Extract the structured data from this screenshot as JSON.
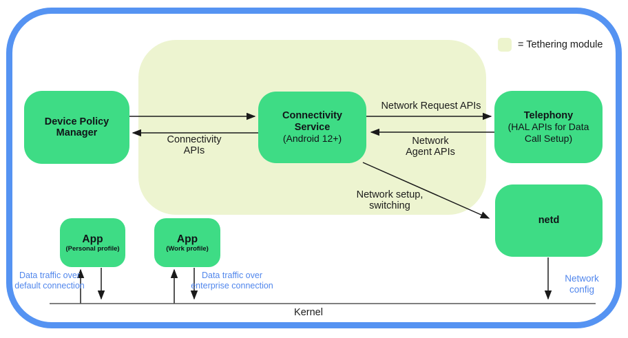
{
  "legend": {
    "label": "= Tethering module",
    "swatch_color": "#edf4cd"
  },
  "colors": {
    "box_green": "#3edc85",
    "module_background": "#edf4d0",
    "border_blue": "#5593f2",
    "annotation_blue": "#5086ec",
    "arrow_black": "#1a1a1a",
    "kernel_line_gray": "#555555"
  },
  "nodes": {
    "device_policy_manager": {
      "title": "Device Policy\nManager"
    },
    "connectivity_service": {
      "title": "Connectivity\nService",
      "subtitle": "(Android 12+)"
    },
    "telephony": {
      "title": "Telephony",
      "subtitle": "(HAL APIs for Data\nCall Setup)"
    },
    "netd": {
      "title": "netd"
    },
    "app_personal": {
      "title": "App",
      "subtitle": "(Personal profile)"
    },
    "app_work": {
      "title": "App",
      "subtitle": "(Work profile)"
    }
  },
  "edge_labels": {
    "network_request_apis": "Network Request APIs",
    "connectivity_apis": "Connectivity\nAPIs",
    "network_agent_apis": "Network\nAgent APIs",
    "network_setup_switching": "Network setup,\nswitching"
  },
  "annotations": {
    "data_traffic_default": "Data traffic over\ndefault connection",
    "data_traffic_enterprise": "Data traffic over\nenterprise connection",
    "network_config": "Network\nconfig",
    "kernel": "Kernel"
  }
}
